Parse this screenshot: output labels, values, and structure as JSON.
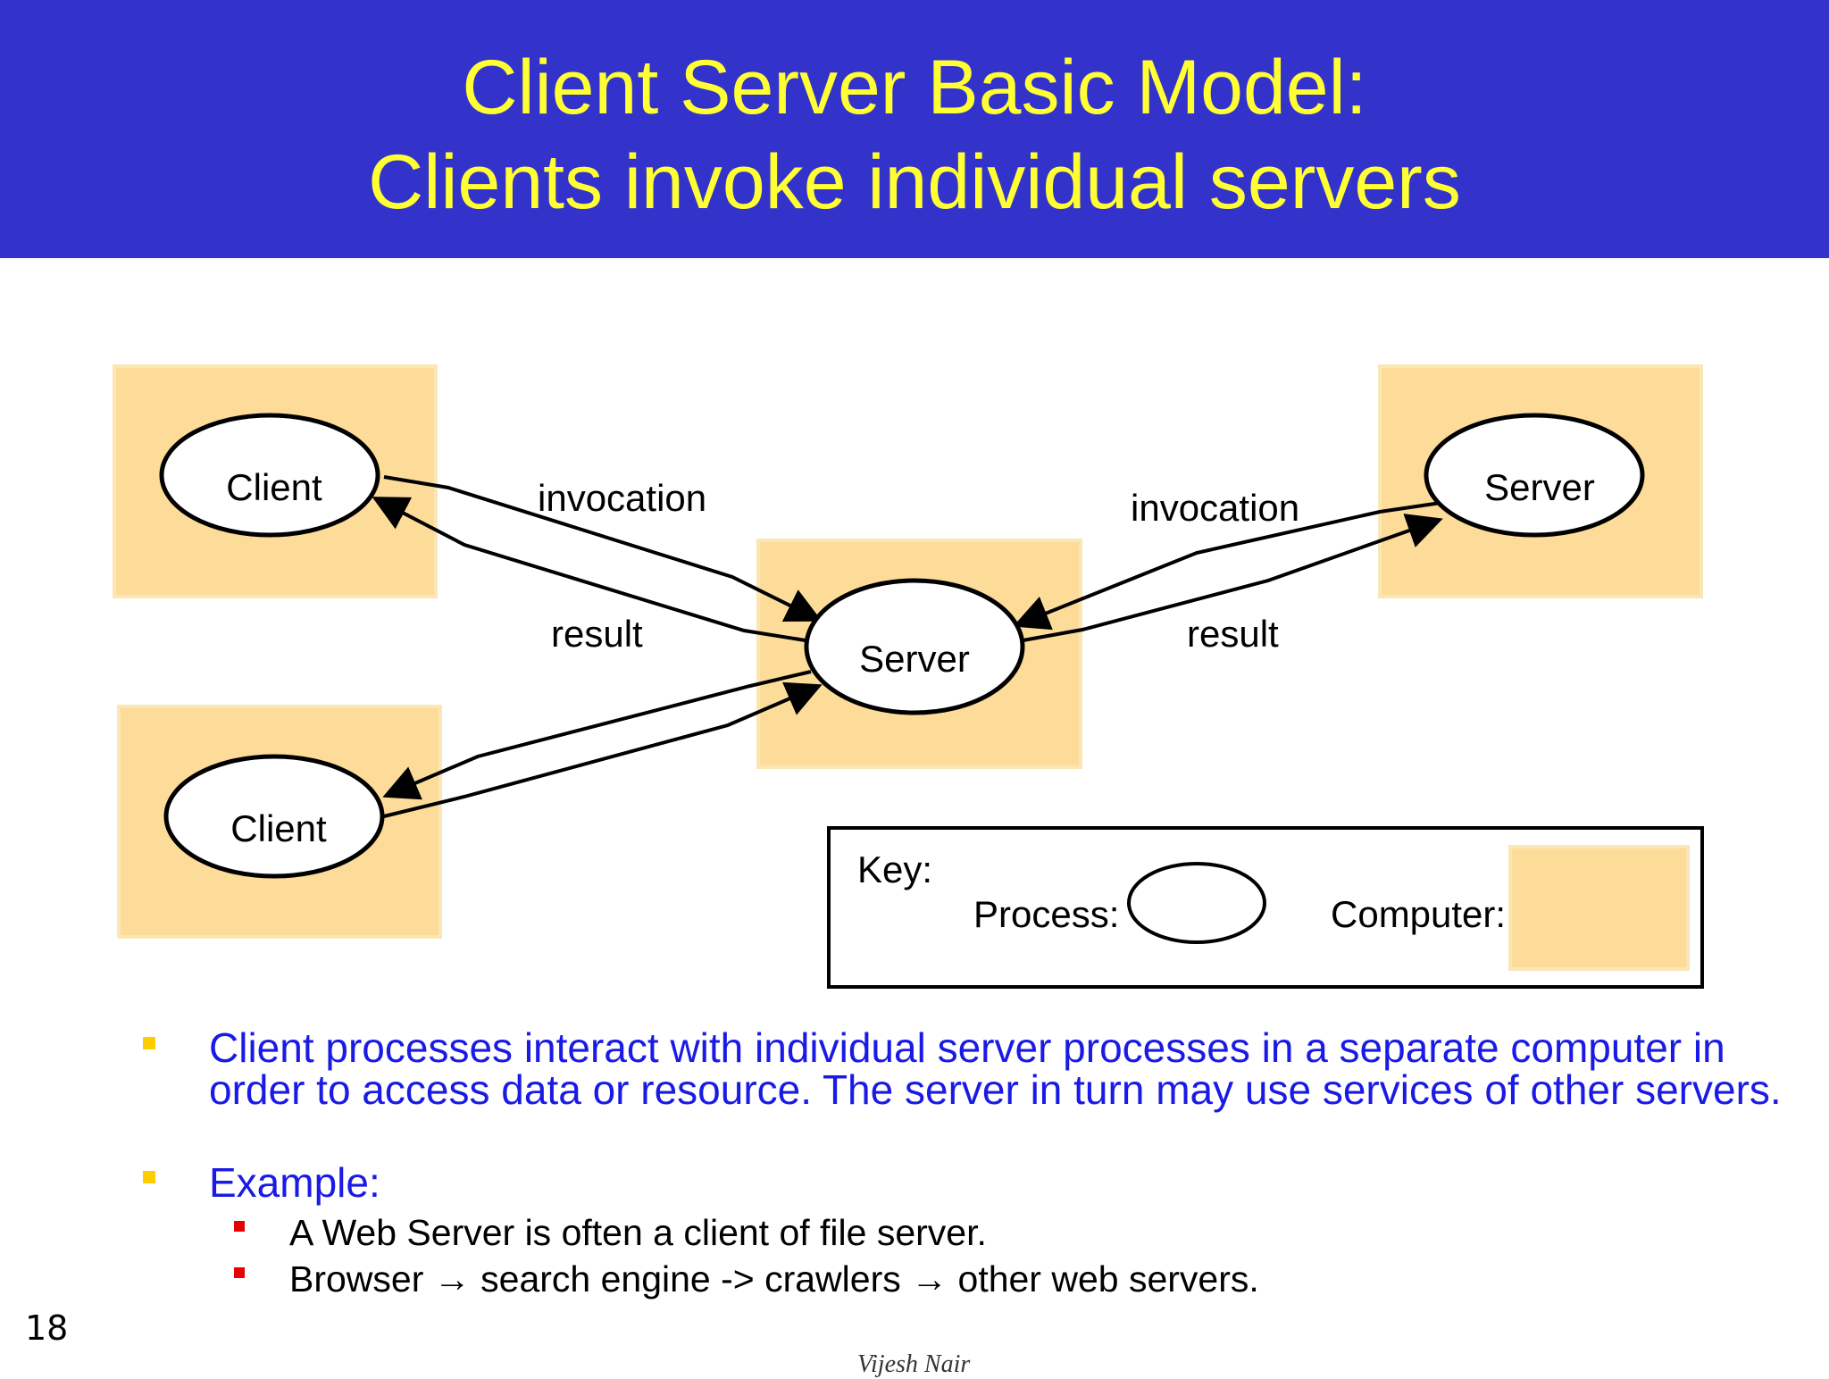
{
  "slide": {
    "title_line1": "Client Server Basic Model:",
    "title_line2": "Clients invoke individual servers",
    "page_number": "18",
    "signature": "Vijesh Nair"
  },
  "colors": {
    "title_background": "#3333cc",
    "title_text": "#ffff33",
    "computer_fill": "#fddc99",
    "bullet_level1": "#ffcc00",
    "bullet_level2": "#e60000",
    "text_level1": "#1a1ae6"
  },
  "diagram": {
    "client_top_label": "Client",
    "client_bottom_label": "Client",
    "server_center_label": "Server",
    "server_right_label": "Server",
    "invocation_left": "invocation",
    "result_left": "result",
    "invocation_right": "invocation",
    "result_right": "result",
    "key": {
      "title": "Key:",
      "process_label": "Process:",
      "computer_label": "Computer:"
    }
  },
  "bullets": [
    {
      "text": "Client processes interact with individual server processes in a separate computer in order to access data or resource. The server in turn may use services of other servers."
    },
    {
      "text": "Example:",
      "sub": [
        "A Web Server is often a client of file server.",
        "Browser → search engine -> crawlers → other web servers."
      ]
    }
  ]
}
